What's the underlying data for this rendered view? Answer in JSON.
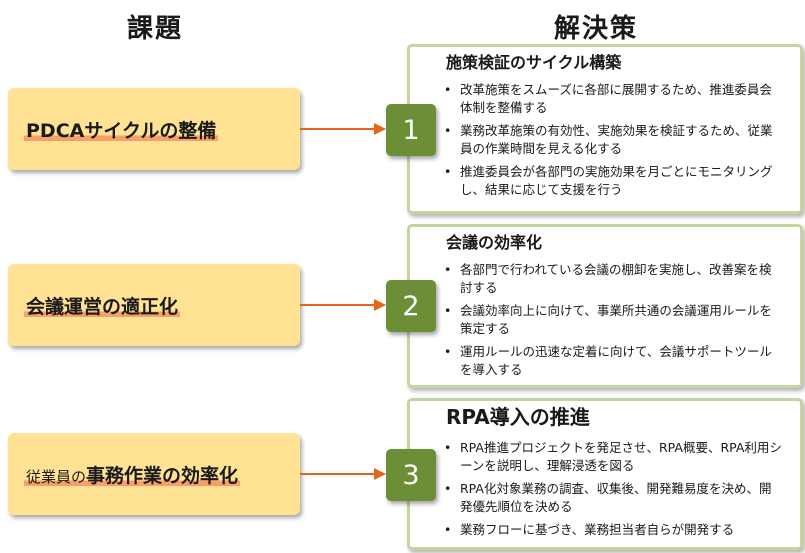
{
  "headers": {
    "issues": "課題",
    "solutions": "解決策"
  },
  "rows": [
    {
      "issue_prefix": "",
      "issue": "PDCAサイクルの整備",
      "number": "1",
      "title": "施策検証のサイクル構築",
      "items": [
        "改革施策をスムーズに各部に展開するため、推進委員会体制を整備する",
        "業務改革施策の有効性、実施効果を検証するため、従業員の作業時間を見える化する",
        "推進委員会が各部門の実施効果を月ごとにモニタリングし、結果に応じて支援を行う"
      ]
    },
    {
      "issue_prefix": "",
      "issue": "会議運営の適正化",
      "number": "2",
      "title": "会議の効率化",
      "items": [
        "各部門で行われている会議の棚卸を実施し、改善案を検討する",
        "会議効率向上に向けて、事業所共通の会議運用ルールを策定する",
        "運用ルールの迅速な定着に向けて、会議サポートツールを導入する"
      ]
    },
    {
      "issue_prefix": "従業員の",
      "issue": "事務作業の効率化",
      "number": "3",
      "title": "RPA導入の推進",
      "items": [
        "RPA推進プロジェクトを発足させ、RPA概要、RPA利用シーンを説明し、理解浸透を図る",
        "RPA化対象業務の調査、収集後、開発難易度を決め、開発優先順位を決める",
        "業務フローに基づき、業務担当者自らが開発する"
      ]
    }
  ],
  "colors": {
    "issue_fill": "#ffe293",
    "issue_underline": "#f5a06a",
    "arrow": "#e1671d",
    "badge": "#6b8e37",
    "solution_border": "#c4d6a0"
  }
}
